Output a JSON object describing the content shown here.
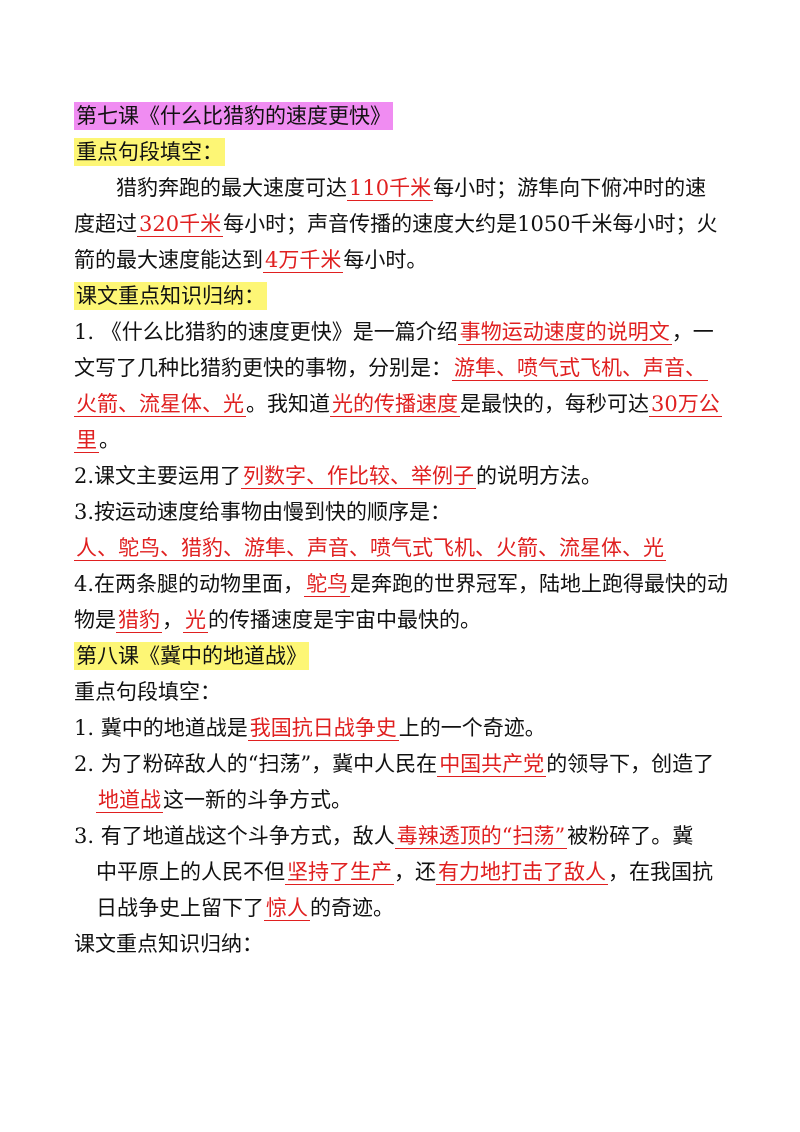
{
  "lesson7": {
    "title": "第七课《什么比猎豹的速度更快》",
    "fill_heading": "重点句段填空：",
    "fill_paragraph": {
      "l1_a": "猎豹奔跑的最大速度可达",
      "l1_ans": "110千米",
      "l1_b": "每小时；游隼向下俯冲时的速",
      "l2_a": "度超过",
      "l2_ans": "320千米",
      "l2_b": "每小时；声音传播的速度大约是1050千米每小时；火",
      "l3_a": "箭的最大速度能达到",
      "l3_ans": "4万千米",
      "l3_b": "每小时。"
    },
    "knowledge_heading": "课文重点知识归纳：",
    "item1": {
      "l1_a": "1. 《什么比猎豹的速度更快》是一篇介绍",
      "l1_ans": "事物运动速度的说明文",
      "l1_b": "，一",
      "l2_a": "文写了几种比猎豹更快的事物，分别是：",
      "l2_ans": "游隼、喷气式飞机、声音、",
      "l3_ans": "火箭、流星体、光",
      "l3_a": "。我知道",
      "l3_ans2": "光的传播速度",
      "l3_b": "是最快的，每秒可达",
      "l3_ans3": "30万公",
      "l4_ans": "里",
      "l4_a": "。"
    },
    "item2": {
      "a": "2.课文主要运用了",
      "ans": "列数字、作比较、举例子",
      "b": "的说明方法。"
    },
    "item3": {
      "a": "3.按运动速度给事物由慢到快的顺序是：",
      "ans": "人、鸵鸟、猎豹、游隼、声音、喷气式飞机、火箭、流星体、光"
    },
    "item4": {
      "l1_a": "4.在两条腿的动物里面，",
      "l1_ans": "鸵鸟",
      "l1_b": "是奔跑的世界冠军，陆地上跑得最快的动",
      "l2_a": "物是",
      "l2_ans": "猎豹",
      "l2_b": "，",
      "l2_ans2": "光",
      "l2_c": "的传播速度是宇宙中最快的。"
    }
  },
  "lesson8": {
    "title": "第八课《冀中的地道战》",
    "fill_heading": "重点句段填空：",
    "item1": {
      "a": "1. 冀中的地道战是",
      "ans": "我国抗日战争史",
      "b": "上的一个奇迹。"
    },
    "item2": {
      "l1_a": "2. 为了粉碎敌人的“扫荡”，冀中人民在",
      "l1_ans": "中国共产党",
      "l1_b": "的领导下，创造了",
      "l2_ans": "地道战",
      "l2_a": "这一新的斗争方式。"
    },
    "item3": {
      "l1_a": "3. 有了地道战这个斗争方式，敌人",
      "l1_ans": "毒辣透顶的“扫荡”",
      "l1_b": "被粉碎了。冀",
      "l2_a": "中平原上的人民不但",
      "l2_ans": "坚持了生产",
      "l2_b": "，还",
      "l2_ans2": "有力地打击了敌人",
      "l2_c": "，在我国抗",
      "l3_a": "日战争史上留下了",
      "l3_ans": "惊人",
      "l3_b": "的奇迹。"
    },
    "knowledge_heading": "课文重点知识归纳："
  },
  "colors": {
    "answer": "#e02020",
    "highlight_pink": "#f08cf2",
    "highlight_yellow": "#fdf675"
  }
}
